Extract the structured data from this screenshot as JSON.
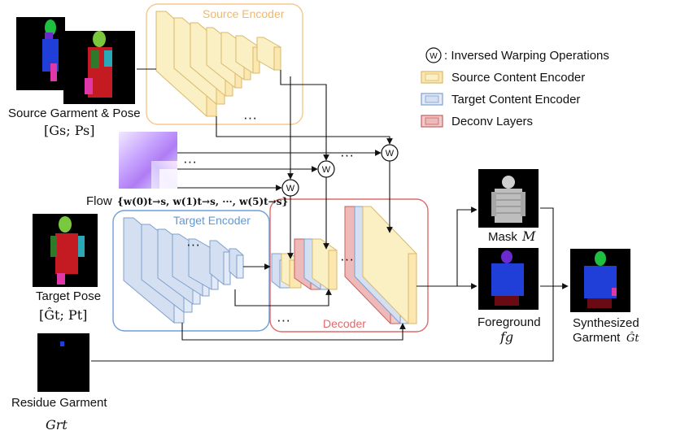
{
  "groups": {
    "source_encoder": "Source Encoder",
    "target_encoder": "Target Encoder",
    "decoder": "Decoder"
  },
  "legend": {
    "warp_symbol": "W",
    "warp": ": Inversed Warping Operations",
    "source_content": "Source Content Encoder",
    "target_content": "Target Content Encoder",
    "deconv": "Deconv Layers"
  },
  "labels": {
    "source_garment_pose": "Source Garment & Pose",
    "source_math": "[Gs; Ps]",
    "flow": "Flow",
    "flow_math": "{w(0)t→s, w(1)t→s, ···, w(5)t→s}",
    "target_pose": "Target Pose",
    "target_math": "[Ĝt; Pt]",
    "residue_garment": "Residue Garment",
    "residue_math": "Grt",
    "mask": "Mask",
    "mask_math": "M",
    "foreground": "Foreground",
    "foreground_math": "fg",
    "synthesized_line1": "Synthesized",
    "synthesized_line2": "Garment",
    "synthesized_math": "Ĝt"
  },
  "ellipsis": "···",
  "colors": {
    "source_box": "#f5c88a",
    "source_text": "#f0b86a",
    "target_box": "#6f9fd8",
    "target_text": "#5a9ae0",
    "decoder_box": "#e06a6a",
    "decoder_text": "#e06a6a",
    "yellow_fill": "#fbefc4",
    "yellow_stroke": "#d9b96a",
    "blue_fill": "#d4e0f2",
    "blue_stroke": "#7f9fcc",
    "red_fill": "#eeb9b9",
    "red_stroke": "#c76060"
  }
}
